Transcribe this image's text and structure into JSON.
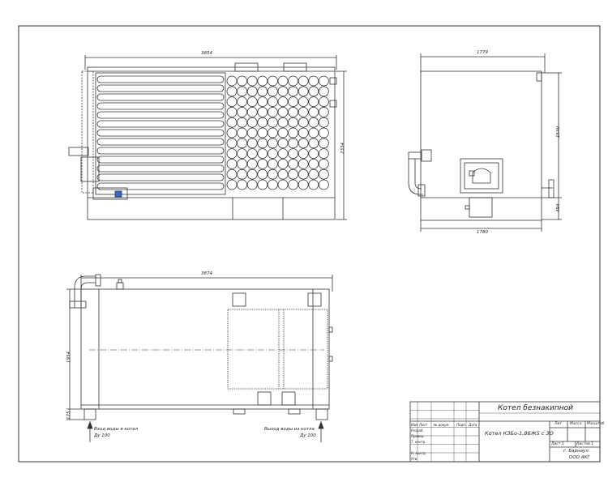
{
  "dimensions": {
    "front_width": "3854",
    "front_height": "2334",
    "side_width_top": "1779",
    "side_width_bottom": "1780",
    "side_height_upper": "1540",
    "side_height_lower": "494",
    "plan_width": "3874",
    "plan_height": "1954",
    "plan_small": "175"
  },
  "notes": {
    "water_in": "Вход воды в котел",
    "water_in_size": "Ду 100",
    "water_out": "Выход воды из котла",
    "water_out_size": "Ду 100"
  },
  "title_block": {
    "title": "Котел безнакипной",
    "designation": "Котел КЗБо-1,86Ж5 с ЗО",
    "col_lit": "Лит",
    "col_mass": "Масса",
    "col_scale": "Масштаб",
    "sheet": "Лист 1",
    "sheets": "Листов 1",
    "city": "г. Барнаул",
    "company": "ООО АКГ",
    "rows": [
      "Изм",
      "Лист",
      "№ докум.",
      "Подп.",
      "Дата",
      "Разраб.",
      "Провер.",
      "Т. контр.",
      "Н. контр.",
      "Утв."
    ]
  }
}
